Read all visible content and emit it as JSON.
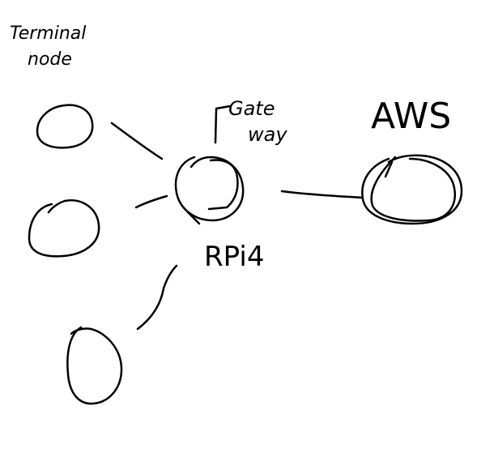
{
  "labels": {
    "terminal_line1": "Terminal",
    "terminal_line2": "node",
    "gateway_line1": "Gate",
    "gateway_line2": "way",
    "aws": "AWS",
    "rpi": "RPi4"
  }
}
